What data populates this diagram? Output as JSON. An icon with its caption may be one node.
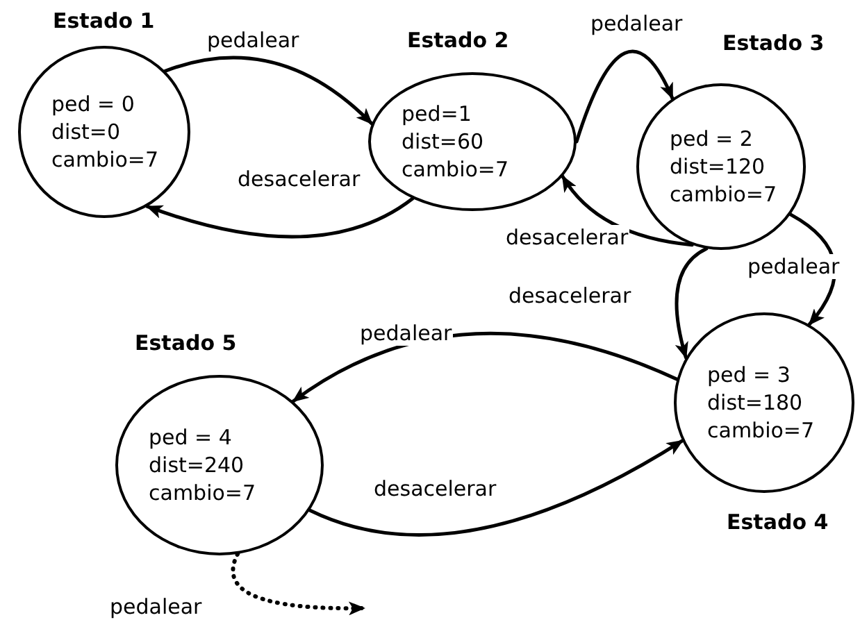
{
  "diagram": {
    "nodes": [
      {
        "text": [
          "Estado 1",
          "ped = 0",
          "dist=0",
          "cambio=7"
        ]
      },
      {
        "text": [
          "Estado 2",
          "ped=1",
          "dist=60",
          "cambio=7"
        ]
      },
      {
        "text": [
          "Estado 3",
          "ped = 2",
          "dist=120",
          "cambio=7"
        ]
      },
      {
        "text": [
          "ped = 3",
          "dist=180",
          "cambio=7",
          "Estado 4"
        ]
      },
      {
        "text": [
          "Estado 5",
          "ped = 4",
          "dist=240",
          "cambio=7"
        ]
      }
    ],
    "edges": [
      {
        "from": 0,
        "to": 1,
        "arrow": "to",
        "label": "pedalear"
      },
      {
        "from": 1,
        "to": 0,
        "arrow": "to",
        "label": "desacelerar"
      },
      {
        "from": 1,
        "to": 2,
        "arrow": "to",
        "label": "pedalear"
      },
      {
        "from": 2,
        "to": 1,
        "arrow": "to",
        "label": "desacelerar"
      },
      {
        "from": 2,
        "to": 3,
        "arrow": "to",
        "label": "pedalear"
      },
      {
        "from": 2,
        "to": 3,
        "arrow": "to",
        "label": "desacelerar"
      },
      {
        "from": 3,
        "to": 4,
        "arrow": "to",
        "label": "pedalear"
      },
      {
        "from": 4,
        "to": 3,
        "arrow": "to",
        "label": "desacelerar"
      },
      {
        "from": 4,
        "to": null,
        "arrow": "to",
        "label": "pedalear",
        "style": "dashed"
      }
    ]
  }
}
